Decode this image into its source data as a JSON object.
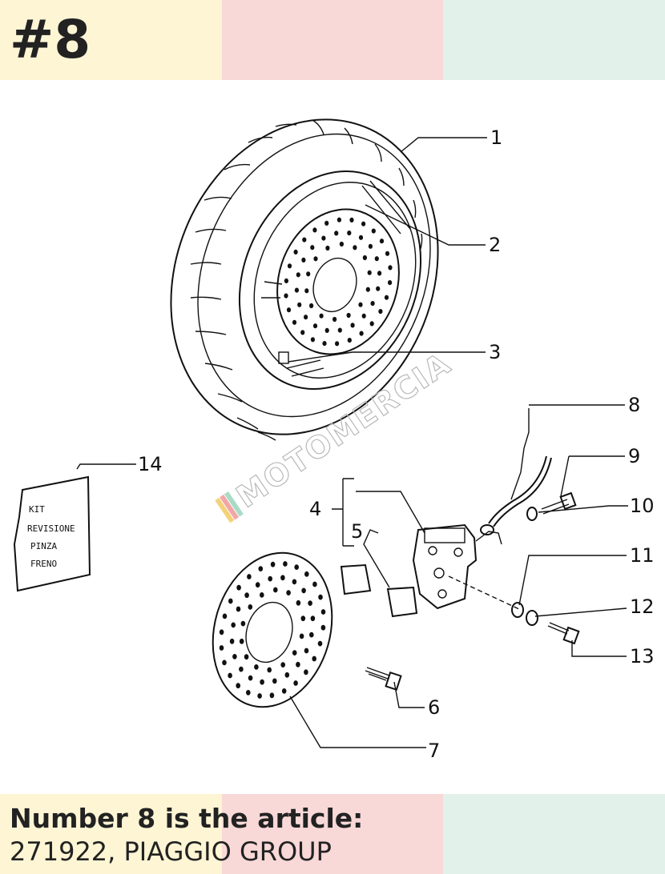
{
  "header": {
    "title": "#8"
  },
  "colors": {
    "band_yellow": "#fdf5d4",
    "band_pink": "#f9d8d8",
    "band_mint": "#e2f2ea"
  },
  "diagram": {
    "callouts": [
      "1",
      "2",
      "3",
      "4",
      "5",
      "6",
      "7",
      "8",
      "9",
      "10",
      "11",
      "12",
      "13",
      "14"
    ],
    "kit_label": [
      "KIT",
      "REVISIONE",
      "PINZA",
      "FRENO"
    ],
    "watermark": "MOTOMERCIA"
  },
  "footer": {
    "article_line": "Number 8 is the article:",
    "part_line": "271922, PIAGGIO GROUP"
  }
}
